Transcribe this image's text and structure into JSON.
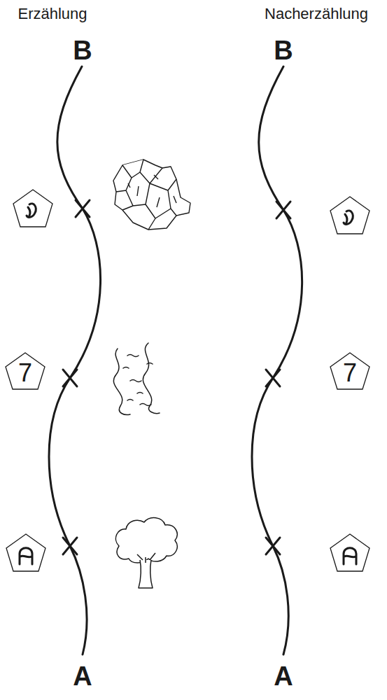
{
  "diagram": {
    "nodes": [
      {
        "text": [
          "7"
        ]
      },
      {
        "text": [
          "7"
        ]
      }
    ],
    "labels": [
      "Erzählung",
      "Nacherzählung",
      "B",
      "B",
      "A",
      "A"
    ]
  }
}
